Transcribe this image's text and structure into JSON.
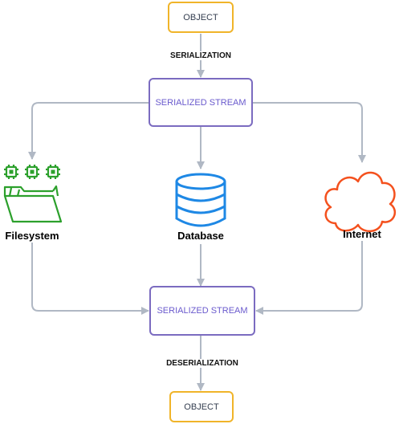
{
  "nodes": {
    "object_top": "OBJECT",
    "stream_top": "SERIALIZED STREAM",
    "stream_bottom": "SERIALIZED STREAM",
    "object_bottom": "OBJECT"
  },
  "edges": {
    "serialize": "SERIALIZATION",
    "deserialize": "DESERIALIZATION"
  },
  "storage": {
    "filesystem": "Filesystem",
    "database": "Database",
    "internet": "Internet"
  },
  "colors": {
    "object_border": "#f0b429",
    "stream_border": "#7b6bc0",
    "arrow": "#b0b8c4",
    "filesystem_icon": "#2ca02c",
    "database_icon": "#1e88e5",
    "internet_icon": "#f4511e"
  },
  "icons": [
    "filesystem-icon",
    "database-icon",
    "cloud-icon"
  ]
}
